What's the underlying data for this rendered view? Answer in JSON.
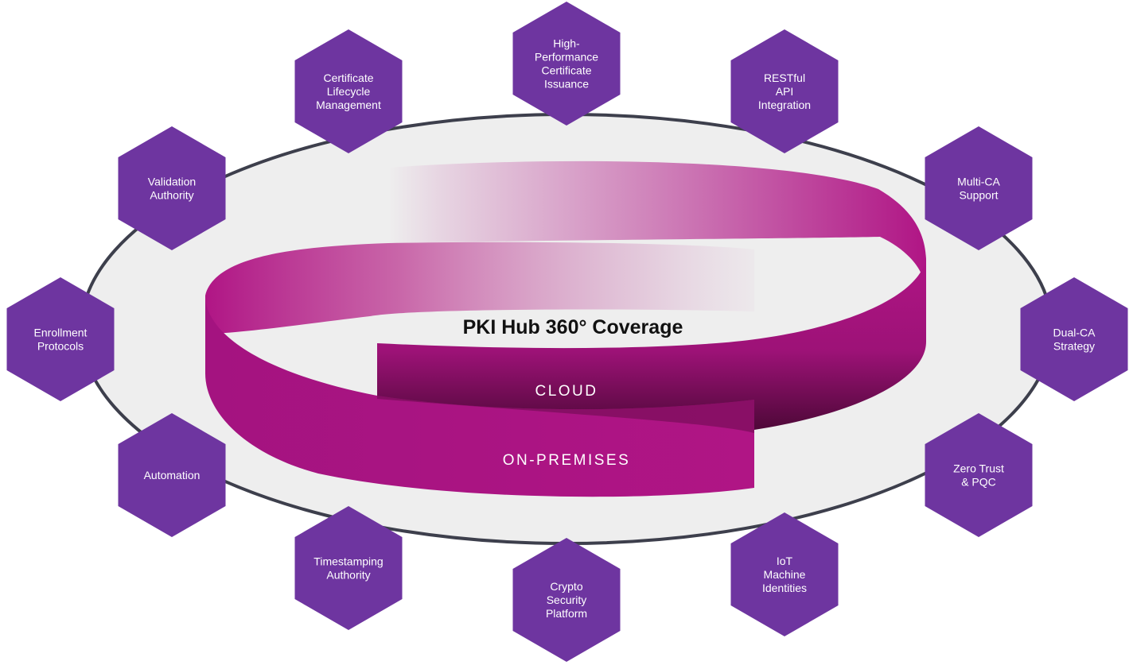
{
  "title": "PKI Hub 360° Coverage",
  "layers": {
    "inner": "CLOUD",
    "outer": "ON-PREMISES"
  },
  "colors": {
    "hexagon": "#6e35a0",
    "ribbon": "#b01585",
    "ribbon_dark": "#5e0a45",
    "ring_fill": "#eeeeee",
    "ring_stroke": "#3d3f4c"
  },
  "capabilities": [
    {
      "id": "high-performance-certificate-issuance",
      "lines": [
        "High-",
        "Performance",
        "Certificate",
        "Issuance"
      ]
    },
    {
      "id": "restful-api-integration",
      "lines": [
        "RESTful",
        "API",
        "Integration"
      ]
    },
    {
      "id": "multi-ca-support",
      "lines": [
        "Multi-CA",
        "Support"
      ]
    },
    {
      "id": "dual-ca-strategy",
      "lines": [
        "Dual-CA",
        "Strategy"
      ]
    },
    {
      "id": "zero-trust-pqc",
      "lines": [
        "Zero Trust",
        "& PQC"
      ]
    },
    {
      "id": "iot-machine-identities",
      "lines": [
        "IoT",
        "Machine",
        "Identities"
      ]
    },
    {
      "id": "crypto-security-platform",
      "lines": [
        "Crypto",
        "Security",
        "Platform"
      ]
    },
    {
      "id": "timestamping-authority",
      "lines": [
        "Timestamping",
        "Authority"
      ]
    },
    {
      "id": "automation",
      "lines": [
        "Automation"
      ]
    },
    {
      "id": "enrollment-protocols",
      "lines": [
        "Enrollment",
        "Protocols"
      ]
    },
    {
      "id": "validation-authority",
      "lines": [
        "Validation",
        "Authority"
      ]
    },
    {
      "id": "certificate-lifecycle-management",
      "lines": [
        "Certificate",
        "Lifecycle",
        "Management"
      ]
    }
  ]
}
